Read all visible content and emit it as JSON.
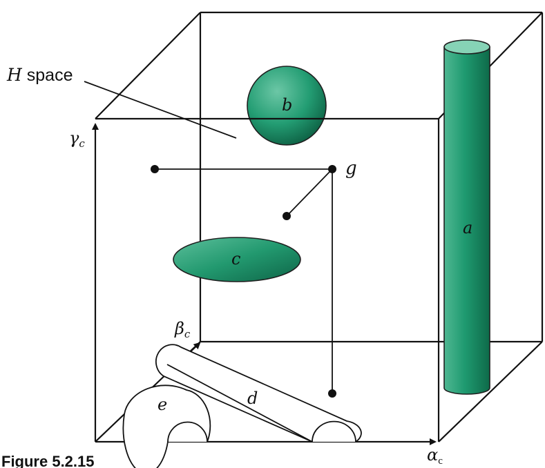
{
  "diagram": {
    "space_label_italic": "H",
    "space_label_rest": " space",
    "axes": {
      "gamma": {
        "symbol": "γ",
        "subscript": "c"
      },
      "beta": {
        "symbol": "β",
        "subscript": "c"
      },
      "alpha": {
        "symbol": "α",
        "subscript": "c"
      }
    },
    "objects": {
      "a": "a",
      "b": "b",
      "c": "c",
      "d": "d",
      "e": "e",
      "g": "g"
    },
    "caption": "Figure 5.2.15"
  },
  "colors": {
    "fill_light": "#5fbf9e",
    "fill_mid": "#1f9a70",
    "fill_dark": "#0d5e41",
    "line": "#111111"
  }
}
